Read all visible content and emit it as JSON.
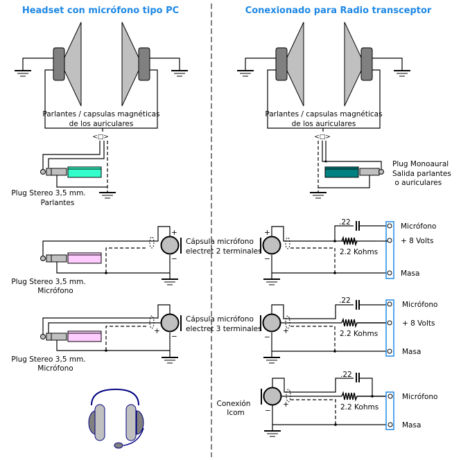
{
  "titles": {
    "left": "Headset con micrófono tipo PC",
    "right": "Conexionado para Radio transceptor"
  },
  "speakers": {
    "label_line1": "Parlantes / capsulas magnéticas",
    "label_line2": "de los auriculares"
  },
  "plugs": {
    "stereo_speakers": [
      "Plug Stereo 3,5 mm.",
      "Parlantes"
    ],
    "mono_output": [
      "Plug Monoaural",
      "Salida parlantes",
      " o auriculares"
    ],
    "stereo_mic_1": [
      "Plug Stereo 3,5 mm.",
      "Micrófono"
    ],
    "stereo_mic_2": [
      "Plug Stereo 3,5 mm.",
      "Micrófono"
    ]
  },
  "microphones": {
    "two_terminal": [
      "Cápsula micrófono",
      "electret 2 terminales"
    ],
    "three_terminal": [
      "Cápsula micrófono",
      "electret 3 terminales"
    ],
    "icom": [
      "Conexión",
      "Icom"
    ]
  },
  "components": {
    "capacitor": ".22",
    "resistor": "2.2 Kohms"
  },
  "terminals": {
    "mic": "Micrófono",
    "volts": "+ 8 Volts",
    "ground": "Masa"
  },
  "polarity": {
    "plus": "+",
    "minus": "−"
  },
  "colors": {
    "title": "#1e88e5",
    "speaker_magnet": "#808080",
    "speaker_cone": "#c0c0c0",
    "plug_speaker_body": "#33ffcc",
    "plug_mono_body": "#008080",
    "plug_mic_body": "#ffccff",
    "terminal_block": "#1e88e5",
    "headset_outline": "#000080"
  }
}
